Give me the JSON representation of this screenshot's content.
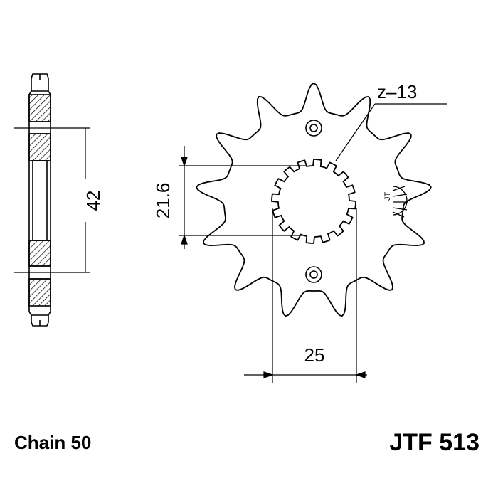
{
  "labels": {
    "teeth": "z–13",
    "height_dim": "42",
    "spline_dim": "21.6",
    "bore_dim": "25",
    "chain": "Chain 50",
    "part_number": "JTF 513"
  },
  "sprocket": {
    "teeth_count": 13,
    "spline_count": 16
  },
  "colors": {
    "line": "#000000",
    "hatch": "#000000",
    "background": "#ffffff"
  }
}
